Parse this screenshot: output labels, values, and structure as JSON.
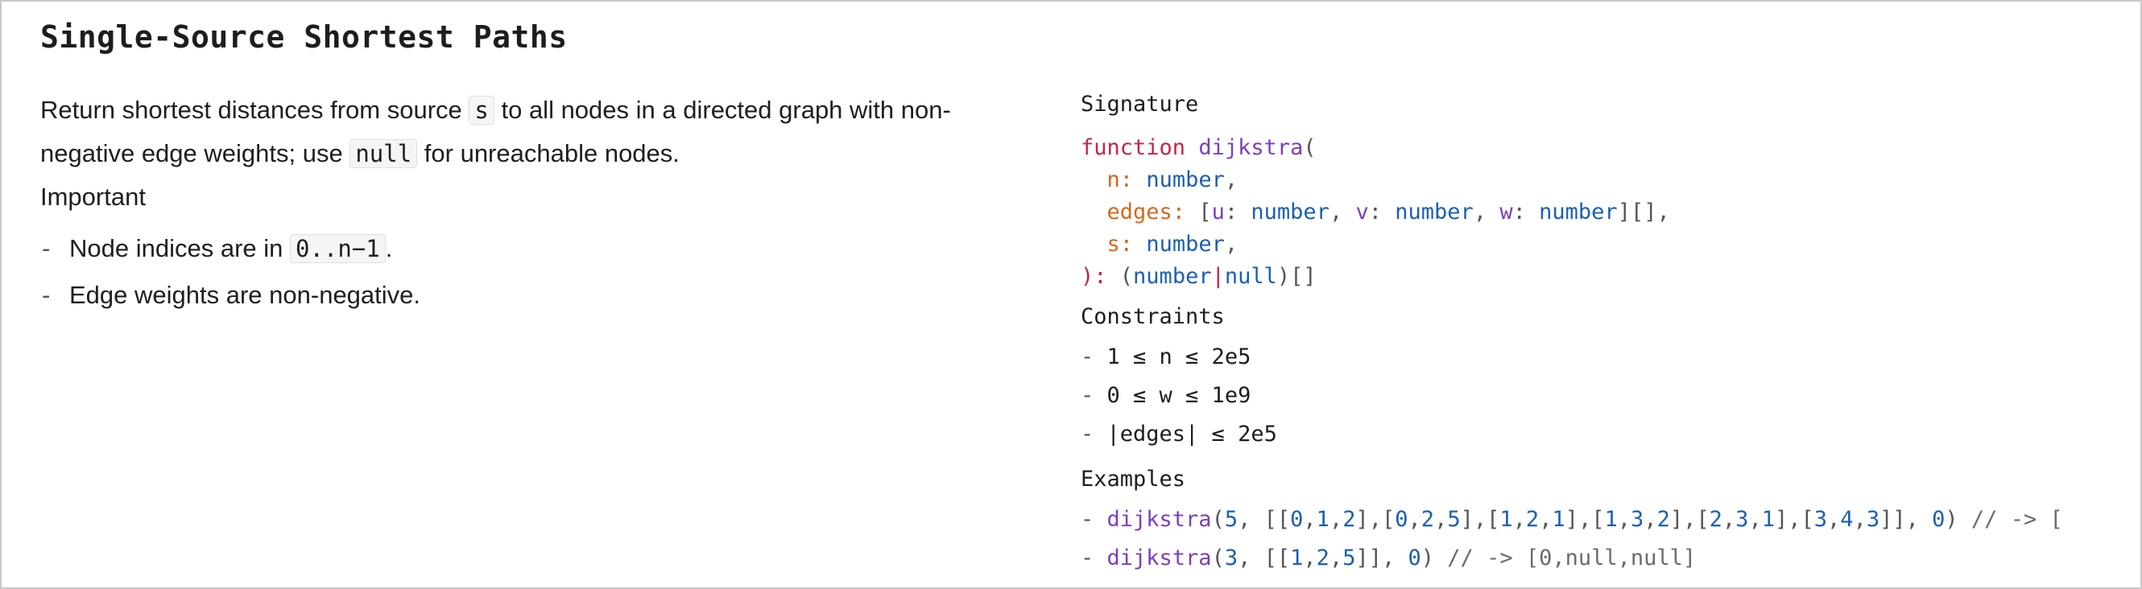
{
  "title": "Single-Source Shortest Paths",
  "description": {
    "part1": "Return shortest distances from source ",
    "code_s": "s",
    "part2": " to all nodes in a directed graph with non-negative edge weights; use ",
    "code_null": "null",
    "part3": " for unreachable nodes."
  },
  "important": {
    "heading": "Important",
    "items": [
      {
        "prefix": "Node indices are in ",
        "code": "0..n−1",
        "suffix": "."
      },
      {
        "text": "Edge weights are non-negative."
      }
    ]
  },
  "signature": {
    "heading": "Signature",
    "keyword": "function",
    "name": "dijkstra",
    "params": [
      {
        "name": "n",
        "type": "number"
      },
      {
        "name": "edges",
        "type_u": "u",
        "type_v": "v",
        "type_w": "w",
        "type": "number"
      },
      {
        "name": "s",
        "type": "number"
      }
    ],
    "return_type_a": "number",
    "return_type_b": "null"
  },
  "constraints": {
    "heading": "Constraints",
    "items": [
      "1 ≤ n ≤ 2e5",
      "0 ≤ w ≤ 1e9",
      "|edges| ≤ 2e5"
    ]
  },
  "examples": {
    "heading": "Examples",
    "items": [
      {
        "fn": "dijkstra",
        "n": "5",
        "edges": [
          [
            "0",
            "1",
            "2"
          ],
          [
            "0",
            "2",
            "5"
          ],
          [
            "1",
            "2",
            "1"
          ],
          [
            "1",
            "3",
            "2"
          ],
          [
            "2",
            "3",
            "1"
          ],
          [
            "3",
            "4",
            "3"
          ]
        ],
        "s": "0",
        "comment": "// -> ["
      },
      {
        "fn": "dijkstra",
        "n": "3",
        "edges": [
          [
            "1",
            "2",
            "5"
          ]
        ],
        "s": "0",
        "comment": "// -> [0,null,null]"
      }
    ]
  },
  "colors": {
    "keyword": "#c4244a",
    "function": "#7b3fbf",
    "type": "#1b5fb3",
    "param": "#d2691e",
    "comment": "#6b6b6b"
  }
}
